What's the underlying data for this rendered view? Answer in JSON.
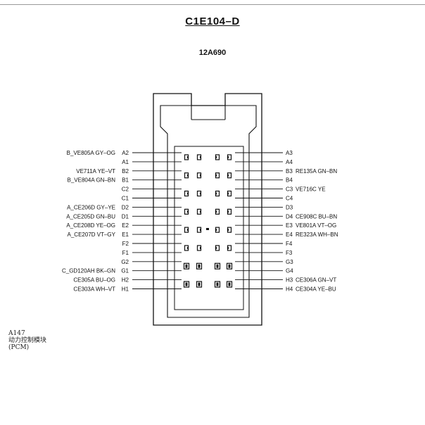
{
  "header": {
    "connector_id": "C1E104–D",
    "part_number": "12A690"
  },
  "left_pins": [
    {
      "pin": "A2",
      "circuit": "B_VE805A GY–OG"
    },
    {
      "pin": "A1",
      "circuit": ""
    },
    {
      "pin": "B2",
      "circuit": "VE711A YE–VT"
    },
    {
      "pin": "B1",
      "circuit": "B_VE804A GN–BN"
    },
    {
      "pin": "C2",
      "circuit": ""
    },
    {
      "pin": "C1",
      "circuit": ""
    },
    {
      "pin": "D2",
      "circuit": "A_CE206D GY–YE"
    },
    {
      "pin": "D1",
      "circuit": "A_CE205D GN–BU"
    },
    {
      "pin": "E2",
      "circuit": "A_CE208D YE–OG"
    },
    {
      "pin": "E1",
      "circuit": "A_CE207D VT–GY"
    },
    {
      "pin": "F2",
      "circuit": ""
    },
    {
      "pin": "F1",
      "circuit": ""
    },
    {
      "pin": "G2",
      "circuit": ""
    },
    {
      "pin": "G1",
      "circuit": "C_GD120AH BK–GN"
    },
    {
      "pin": "H2",
      "circuit": "CE305A BU–OG"
    },
    {
      "pin": "H1",
      "circuit": "CE303A WH–VT"
    }
  ],
  "right_pins": [
    {
      "pin": "A3",
      "circuit": ""
    },
    {
      "pin": "A4",
      "circuit": ""
    },
    {
      "pin": "B3",
      "circuit": "RE135A GN–BN"
    },
    {
      "pin": "B4",
      "circuit": ""
    },
    {
      "pin": "C3",
      "circuit": "VE716C YE"
    },
    {
      "pin": "C4",
      "circuit": ""
    },
    {
      "pin": "D3",
      "circuit": ""
    },
    {
      "pin": "D4",
      "circuit": "CE908C BU–BN"
    },
    {
      "pin": "E3",
      "circuit": "VE801A    VT–OG"
    },
    {
      "pin": "E4",
      "circuit": "RE323A WH–BN"
    },
    {
      "pin": "F4",
      "circuit": ""
    },
    {
      "pin": "F3",
      "circuit": ""
    },
    {
      "pin": "G3",
      "circuit": ""
    },
    {
      "pin": "G4",
      "circuit": ""
    },
    {
      "pin": "H3",
      "circuit": "CE306A GN–VT"
    },
    {
      "pin": "H4",
      "circuit": "CE304A YE–BU"
    }
  ],
  "caption": {
    "ref": "A147",
    "name_cn": "动力控制模块",
    "abbr": "(PCM)"
  }
}
